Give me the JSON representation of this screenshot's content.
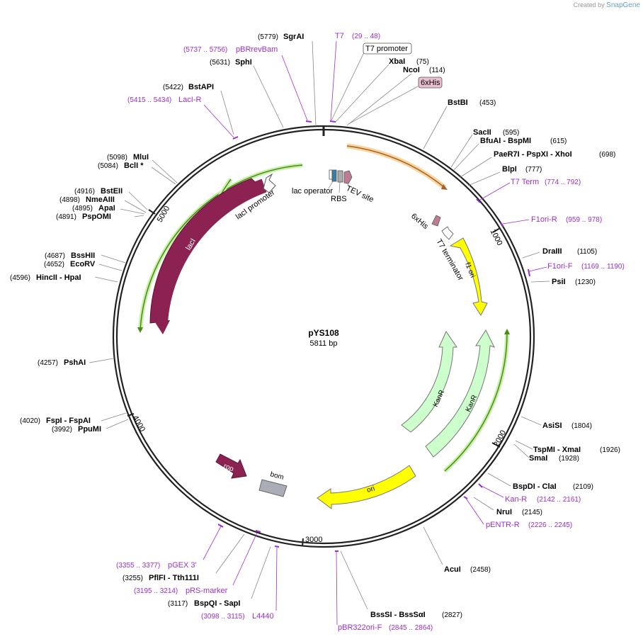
{
  "credit": {
    "prefix": "Created by",
    "brand": "SnapGene"
  },
  "plasmid": {
    "name": "pYS108",
    "length": 5811,
    "size_label": "5811 bp"
  },
  "ticks": [
    "1000",
    "2000",
    "3000",
    "4000",
    "5000"
  ],
  "colors": {
    "backbone": "#222222",
    "primer": "#9b30c9",
    "lacI": "#8b2252",
    "rop": "#8b2252",
    "f1ori": "#ffff00",
    "ori": "#ffff00",
    "kanr": "#ccffcc",
    "promoter": "#ffffff",
    "bom": "#a9adb5",
    "orf_green": "#66aa22",
    "orf_orange": "#e8a040"
  },
  "enzymes": [
    {
      "name": "SgrAI",
      "pos": "(5779)"
    },
    {
      "name": "SphI",
      "pos": "(5631)"
    },
    {
      "name": "BstAPI",
      "pos": "(5422)"
    },
    {
      "name": "MluI",
      "pos": "(5098)"
    },
    {
      "name": "BclI *",
      "pos": "(5084)"
    },
    {
      "name": "BstEII",
      "pos": "(4916)"
    },
    {
      "name": "NmeAIII",
      "pos": "(4898)"
    },
    {
      "name": "ApaI",
      "pos": "(4895)"
    },
    {
      "name": "PspOMI",
      "pos": "(4891)"
    },
    {
      "name": "BssHII",
      "pos": "(4687)"
    },
    {
      "name": "EcoRV",
      "pos": "(4652)"
    },
    {
      "name": "HincII - HpaI",
      "pos": "(4596)"
    },
    {
      "name": "PshAI",
      "pos": "(4257)"
    },
    {
      "name": "FspI - FspAI",
      "pos": "(4020)"
    },
    {
      "name": "PpuMI",
      "pos": "(3992)"
    },
    {
      "name": "XbaI",
      "pos": "(75)"
    },
    {
      "name": "NcoI",
      "pos": "(114)"
    },
    {
      "name": "BstBI",
      "pos": "(453)"
    },
    {
      "name": "SacII",
      "pos": "(595)"
    },
    {
      "name": "BfuAI - BspMI",
      "pos": "(615)"
    },
    {
      "name": "PaeR7I - PspXI - XhoI",
      "pos": "(698)"
    },
    {
      "name": "BlpI",
      "pos": "(777)"
    },
    {
      "name": "DraIII",
      "pos": "(1105)"
    },
    {
      "name": "PsiI",
      "pos": "(1230)"
    },
    {
      "name": "AsiSI",
      "pos": "(1804)"
    },
    {
      "name": "TspMI - XmaI",
      "pos": "(1926)"
    },
    {
      "name": "SmaI",
      "pos": "(1928)"
    },
    {
      "name": "BspDI - ClaI",
      "pos": "(2109)"
    },
    {
      "name": "NruI",
      "pos": "(2145)"
    },
    {
      "name": "AcuI",
      "pos": "(2458)"
    },
    {
      "name": "BssSI - BssSαI",
      "pos": "(2827)"
    },
    {
      "name": "PflFI - Tth111I",
      "pos": "(3255)"
    },
    {
      "name": "BspQI - SapI",
      "pos": "(3117)"
    }
  ],
  "primers": [
    {
      "name": "pBRrevBam",
      "range": "(5737 .. 5756)"
    },
    {
      "name": "T7",
      "range": "(29 .. 48)"
    },
    {
      "name": "LacI-R",
      "range": "(5415 .. 5434)"
    },
    {
      "name": "T7 Term",
      "range": "(774 .. 792)"
    },
    {
      "name": "F1ori-R",
      "range": "(959 .. 978)"
    },
    {
      "name": "F1ori-F",
      "range": "(1169 .. 1190)"
    },
    {
      "name": "Kan-R",
      "range": "(2142 .. 2161)"
    },
    {
      "name": "pENTR-R",
      "range": "(2226 .. 2245)"
    },
    {
      "name": "pBR322ori-F",
      "range": "(2845 .. 2864)"
    },
    {
      "name": "pGEX 3'",
      "range": "(3355 .. 3377)"
    },
    {
      "name": "pRS-marker",
      "range": "(3195 .. 3214)"
    },
    {
      "name": "L4440",
      "range": "(3098 .. 3115)"
    }
  ],
  "boxed_labels": {
    "t7_promoter": "T7 promoter",
    "his_tag": "6xHis"
  },
  "features": {
    "lacI": "lacI",
    "lacI_promoter": "lacI promoter",
    "lac_operator": "lac operator",
    "rbs": "RBS",
    "tev": "TEV site",
    "his_inner": "6xHis",
    "t7_terminator": "T7 terminator",
    "f1ori": "f1 ori",
    "kanr1": "KanR",
    "kanr2": "KanR",
    "ori": "ori",
    "rop": "rop",
    "bom": "bom"
  }
}
